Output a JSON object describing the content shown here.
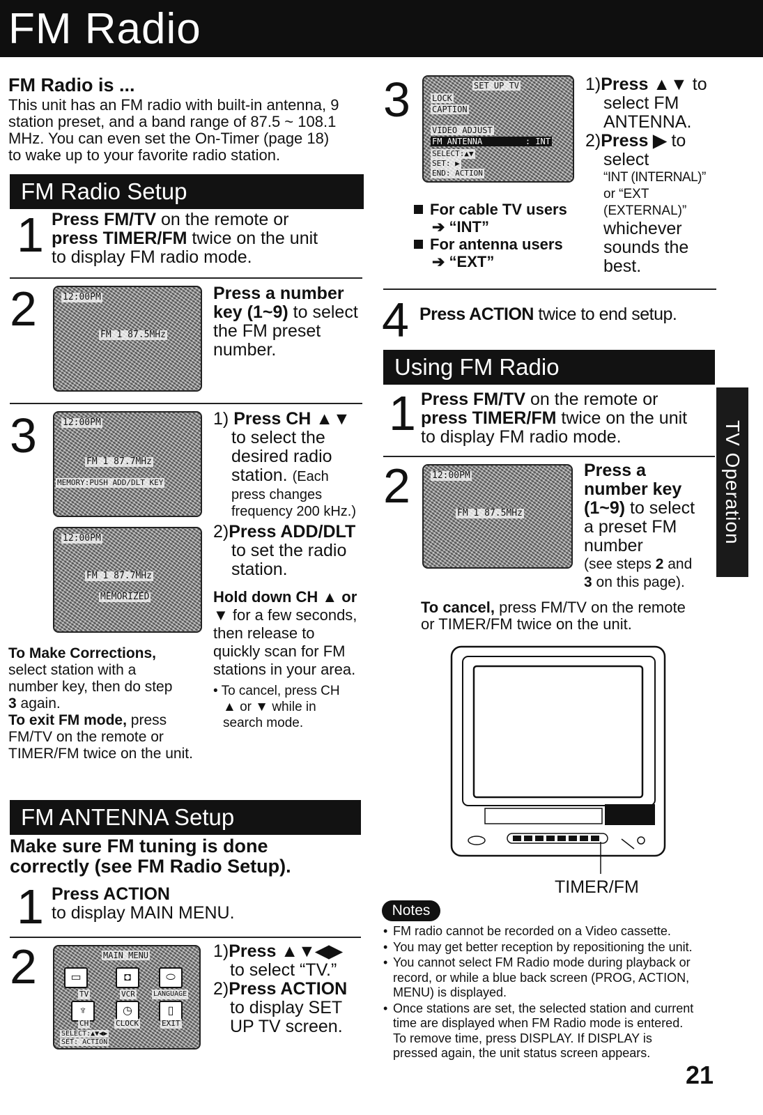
{
  "page": {
    "title": "FM Radio",
    "number": "21",
    "side_tab": "TV Operation"
  },
  "intro": {
    "heading": "FM Radio is ...",
    "lines": [
      "This unit has an FM radio with built-in antenna, 9",
      "station preset, and a band range of 87.5 ~ 108.1",
      "MHz. You can even set the On-Timer (page 18)",
      "to wake up to your favorite radio station."
    ]
  },
  "setup": {
    "title": "FM Radio Setup",
    "step1": {
      "num": "1",
      "l1b": "Press FM/TV",
      "l1": " on the remote or",
      "l2b": "press TIMER/FM",
      "l2": " twice on the unit",
      "l3": "to display FM radio mode."
    },
    "step2": {
      "num": "2",
      "l1b": "Press a number",
      "l2b": "key (1~9)",
      "l2": " to select",
      "l3": "the FM preset",
      "l4": "number.",
      "osd": {
        "time": "12:00PM",
        "freq": "FM 1  87.5MHz"
      }
    },
    "step3": {
      "num": "3",
      "a_num": "1)",
      "a_b": "Press CH ▲▼",
      "a_l2": "to select the",
      "a_l3": "desired radio",
      "a_l4": "station.",
      "a_paren1": "(Each",
      "a_paren2": "press changes",
      "a_paren3": "frequency 200 kHz.)",
      "b_num": "2)",
      "b_b": "Press ADD/DLT",
      "b_l2": "to set the radio",
      "b_l3": "station.",
      "hold_b1": "Hold down CH ▲ or",
      "hold_l2": "▼ for a few seconds,",
      "hold_l3": "then release to",
      "hold_l4": "quickly scan for FM",
      "hold_l5": "stations in your area.",
      "cancel1": "• To cancel, press CH",
      "cancel2": "▲ or ▼ while in",
      "cancel3": "search mode.",
      "osd1": {
        "time": "12:00PM",
        "freq": "FM 1  87.7MHz",
        "memory": "MEMORY:PUSH ADD/DLT KEY"
      },
      "osd2": {
        "time": "12:00PM",
        "freq": "FM 1  87.7MHz",
        "memorized": "MEMORIZED"
      }
    },
    "corrections": {
      "b": "To Make Corrections,",
      "l2": "select station with a",
      "l3": "number key, then do step",
      "l4n": "3",
      "l4": " again."
    },
    "exit": {
      "b": "To exit FM mode,",
      "l1": " press",
      "l2": "FM/TV on the remote or",
      "l3": "TIMER/FM twice on the unit."
    }
  },
  "antenna": {
    "title": "FM ANTENNA Setup",
    "sub1": "Make sure FM tuning is done",
    "sub2": "correctly (see FM Radio Setup).",
    "step1": {
      "num": "1",
      "b": "Press ACTION",
      "l2": "to display MAIN MENU."
    },
    "step2": {
      "num": "2",
      "a_num": "1)",
      "a_b": "Press ▲▼◀▶",
      "a_l2": "to select “TV.”",
      "b_num": "2)",
      "b_b": "Press ACTION",
      "b_l2": "to display SET",
      "b_l3": "UP TV screen.",
      "osd": {
        "title": "MAIN MENU",
        "tv": "TV",
        "vcr": "VCR",
        "lang": "LANGUAGE",
        "ch": "CH",
        "clock": "CLOCK",
        "exit": "EXIT",
        "select": "SELECT:▲▼◀▶",
        "set": "SET: ACTION"
      }
    },
    "step3": {
      "num": "3",
      "a_num": "1)",
      "a_b": "Press ▲▼",
      "a_l": " to",
      "a_l2": "select FM",
      "a_l3": "ANTENNA.",
      "b_num": "2)",
      "b_b": "Press ▶",
      "b_l": " to",
      "b_l2": "select",
      "b_l3": "“INT (INTERNAL)”",
      "b_l4": "or “EXT",
      "b_l5": "(EXTERNAL)”",
      "b_l6": "whichever",
      "b_l7": "sounds the",
      "b_l8": "best.",
      "cable_b": "For cable TV users",
      "cable_v": "➔ “INT”",
      "ant_b": "For antenna users",
      "ant_v": "➔ “EXT”",
      "osd": {
        "title": "SET UP TV",
        "lock": "LOCK",
        "caption": "CAPTION",
        "video": "VIDEO ADJUST",
        "fm": "FM ANTENNA",
        "fmv": ": INT",
        "select": "SELECT:▲▼",
        "set": "SET: ▶",
        "end": "END: ACTION"
      }
    },
    "step4": {
      "num": "4",
      "b": "Press ACTION",
      "l": " twice to end setup."
    }
  },
  "using": {
    "title": "Using FM Radio",
    "step1": {
      "num": "1",
      "l1b": "Press FM/TV",
      "l1": " on the remote or",
      "l2b": "press TIMER/FM",
      "l2": " twice on the unit",
      "l3": "to display FM radio mode."
    },
    "step2": {
      "num": "2",
      "l1b": "Press a",
      "l2b": "number key",
      "l3b": "(1~9)",
      "l3": " to select",
      "l4": "a preset FM",
      "l5": "number",
      "l6": "(see steps ",
      "l6n": "2",
      "l6e": " and",
      "l7n": "3",
      "l7": " on this page).",
      "osd": {
        "time": "12:00PM",
        "freq": "FM 1  87.5MHz"
      }
    },
    "cancel": {
      "b": "To cancel,",
      "l1": " press FM/TV on the remote",
      "l2": "or TIMER/FM twice on the unit."
    },
    "tv_label": "TIMER/FM"
  },
  "notes": {
    "label": "Notes",
    "items": [
      [
        "FM radio cannot be recorded on a Video cassette."
      ],
      [
        "You may get better reception by repositioning the unit."
      ],
      [
        "You cannot select FM Radio mode during playback or",
        "record, or while a blue back screen (PROG, ACTION,",
        "MENU) is displayed."
      ],
      [
        "Once stations are set, the selected station and current",
        "time are displayed when FM Radio mode is entered.",
        "To remove time, press DISPLAY. If DISPLAY is",
        "pressed again, the unit status screen appears."
      ]
    ]
  }
}
